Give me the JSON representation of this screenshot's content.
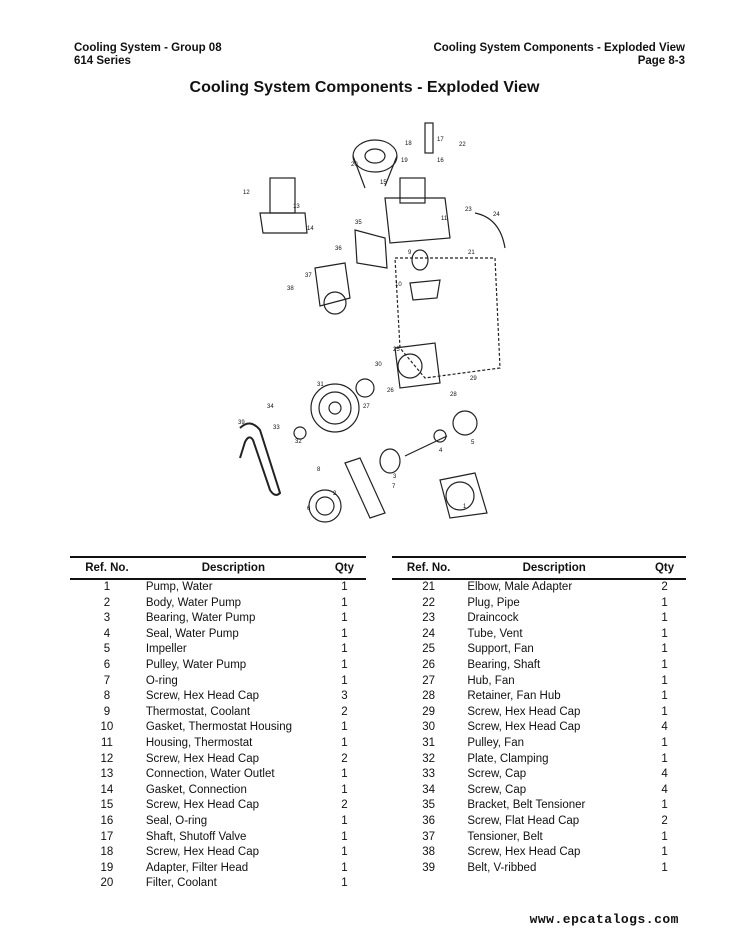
{
  "header": {
    "left_line1": "Cooling System - Group 08",
    "left_line2": "614 Series",
    "right_line1": "Cooling System Components - Exploded View",
    "right_line2": "Page 8-3"
  },
  "title": "Cooling System Components - Exploded View",
  "diagram_labels": [
    "1",
    "2",
    "3",
    "4",
    "5",
    "6",
    "7",
    "8",
    "9",
    "10",
    "11",
    "12",
    "13",
    "14",
    "15",
    "16",
    "17",
    "18",
    "19",
    "20",
    "21",
    "22",
    "23",
    "24",
    "25",
    "26",
    "27",
    "28",
    "29",
    "30",
    "31",
    "32",
    "33",
    "34",
    "35",
    "36",
    "37",
    "38",
    "39"
  ],
  "table_headers": {
    "ref": "Ref. No.",
    "desc": "Description",
    "qty": "Qty"
  },
  "left_rows": [
    {
      "ref": "1",
      "desc": "Pump, Water",
      "qty": "1"
    },
    {
      "ref": "2",
      "desc": "Body, Water Pump",
      "qty": "1"
    },
    {
      "ref": "3",
      "desc": "Bearing, Water Pump",
      "qty": "1"
    },
    {
      "ref": "4",
      "desc": "Seal, Water Pump",
      "qty": "1"
    },
    {
      "ref": "5",
      "desc": "Impeller",
      "qty": "1"
    },
    {
      "ref": "6",
      "desc": "Pulley, Water Pump",
      "qty": "1"
    },
    {
      "ref": "7",
      "desc": "O-ring",
      "qty": "1"
    },
    {
      "ref": "8",
      "desc": "Screw, Hex Head Cap",
      "qty": "3"
    },
    {
      "ref": "9",
      "desc": "Thermostat, Coolant",
      "qty": "2"
    },
    {
      "ref": "10",
      "desc": "Gasket, Thermostat Housing",
      "qty": "1"
    },
    {
      "ref": "11",
      "desc": "Housing, Thermostat",
      "qty": "1"
    },
    {
      "ref": "12",
      "desc": "Screw, Hex Head Cap",
      "qty": "2"
    },
    {
      "ref": "13",
      "desc": "Connection, Water Outlet",
      "qty": "1"
    },
    {
      "ref": "14",
      "desc": "Gasket, Connection",
      "qty": "1"
    },
    {
      "ref": "15",
      "desc": "Screw, Hex Head Cap",
      "qty": "2"
    },
    {
      "ref": "16",
      "desc": "Seal, O-ring",
      "qty": "1"
    },
    {
      "ref": "17",
      "desc": "Shaft, Shutoff Valve",
      "qty": "1"
    },
    {
      "ref": "18",
      "desc": "Screw, Hex Head Cap",
      "qty": "1"
    },
    {
      "ref": "19",
      "desc": "Adapter, Filter Head",
      "qty": "1"
    },
    {
      "ref": "20",
      "desc": "Filter, Coolant",
      "qty": "1"
    }
  ],
  "right_rows": [
    {
      "ref": "21",
      "desc": "Elbow, Male Adapter",
      "qty": "2"
    },
    {
      "ref": "22",
      "desc": "Plug, Pipe",
      "qty": "1"
    },
    {
      "ref": "23",
      "desc": "Draincock",
      "qty": "1"
    },
    {
      "ref": "24",
      "desc": "Tube, Vent",
      "qty": "1"
    },
    {
      "ref": "25",
      "desc": "Support, Fan",
      "qty": "1"
    },
    {
      "ref": "26",
      "desc": "Bearing, Shaft",
      "qty": "1"
    },
    {
      "ref": "27",
      "desc": "Hub, Fan",
      "qty": "1"
    },
    {
      "ref": "28",
      "desc": "Retainer, Fan Hub",
      "qty": "1"
    },
    {
      "ref": "29",
      "desc": "Screw, Hex Head Cap",
      "qty": "1"
    },
    {
      "ref": "30",
      "desc": "Screw, Hex Head Cap",
      "qty": "4"
    },
    {
      "ref": "31",
      "desc": "Pulley, Fan",
      "qty": "1"
    },
    {
      "ref": "32",
      "desc": "Plate, Clamping",
      "qty": "1"
    },
    {
      "ref": "33",
      "desc": "Screw, Cap",
      "qty": "4"
    },
    {
      "ref": "34",
      "desc": "Screw, Cap",
      "qty": "4"
    },
    {
      "ref": "35",
      "desc": "Bracket, Belt Tensioner",
      "qty": "1"
    },
    {
      "ref": "36",
      "desc": "Screw, Flat Head Cap",
      "qty": "2"
    },
    {
      "ref": "37",
      "desc": "Tensioner, Belt",
      "qty": "1"
    },
    {
      "ref": "38",
      "desc": "Screw, Hex Head Cap",
      "qty": "1"
    },
    {
      "ref": "39",
      "desc": "Belt, V-ribbed",
      "qty": "1"
    }
  ],
  "footer": "www.epcatalogs.com"
}
